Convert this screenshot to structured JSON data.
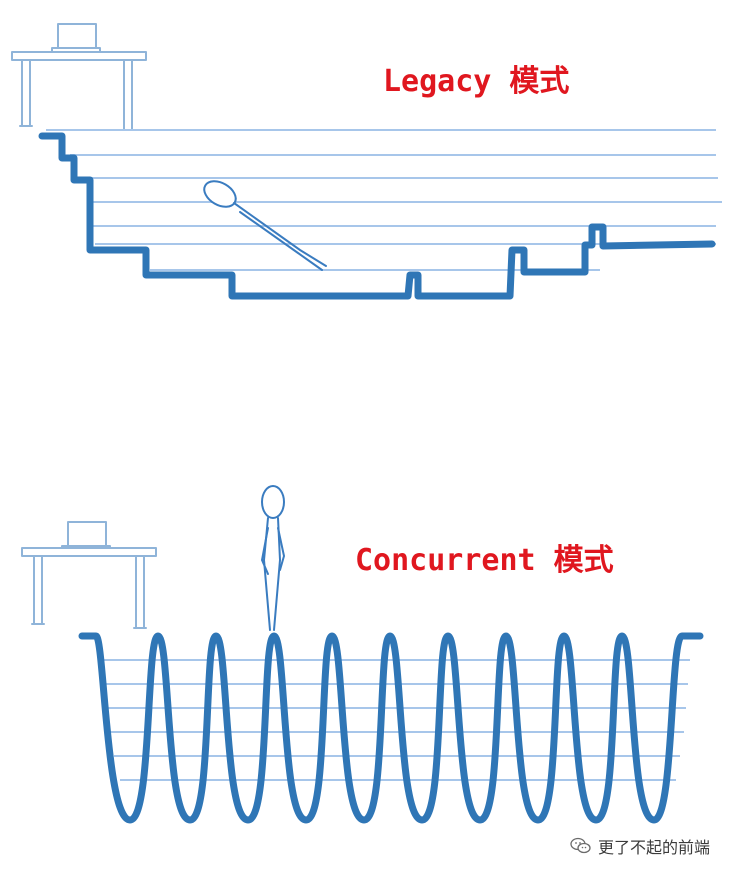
{
  "labels": {
    "legacy": "Legacy 模式",
    "concurrent": "Concurrent 模式"
  },
  "watermark": {
    "text": "更了不起的前端"
  },
  "colors": {
    "accent_label": "#e0171f",
    "lines_light": "#a7c6ea",
    "profile": "#2f76b6"
  }
}
